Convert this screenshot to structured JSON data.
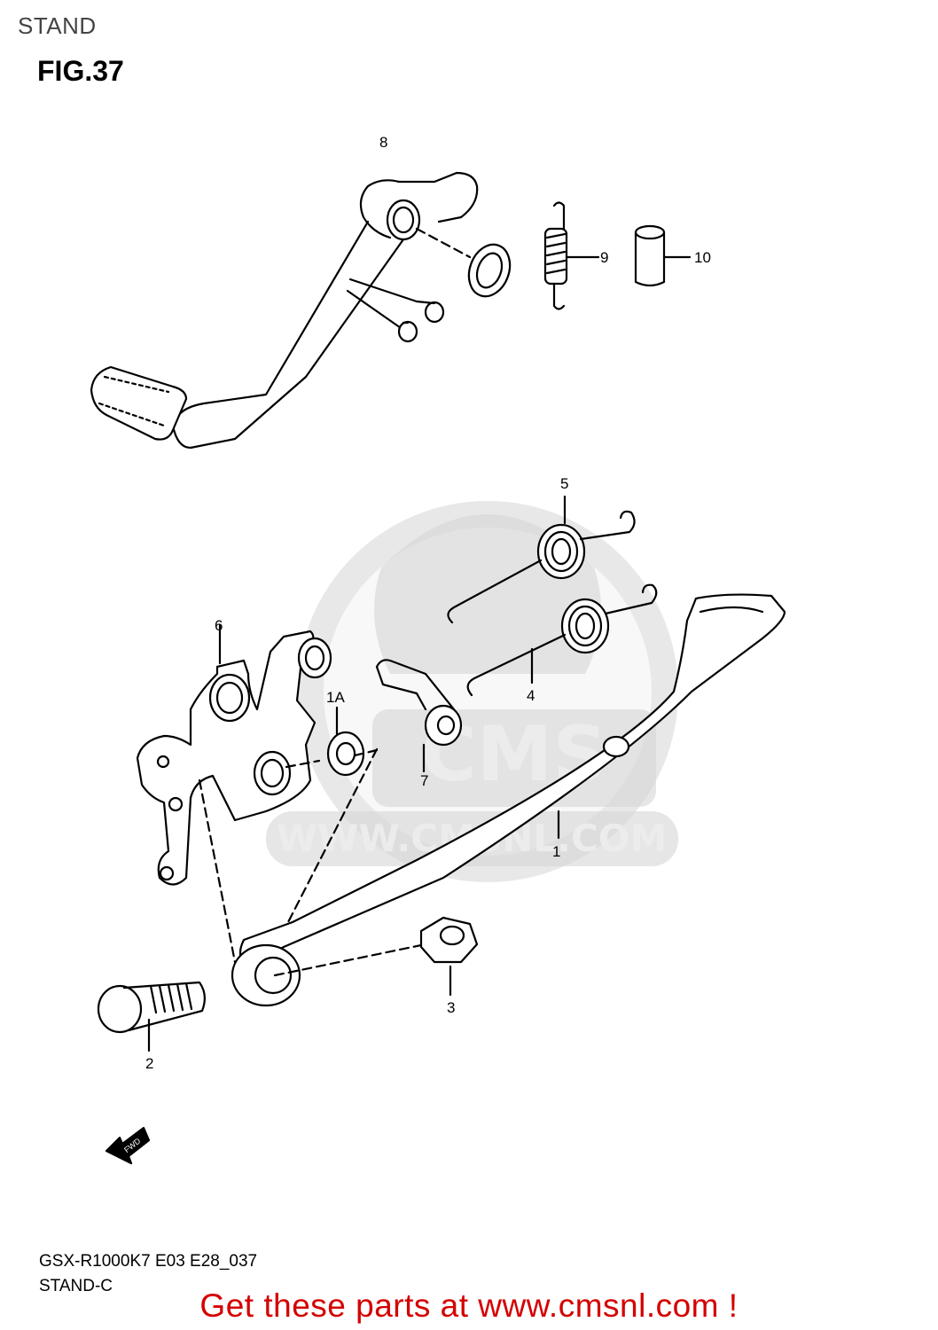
{
  "header": {
    "section": "STAND",
    "figure": "FIG.37"
  },
  "watermark": {
    "brand": "CMS",
    "site": "WWW.CMSNL.COM"
  },
  "callouts": {
    "p1": "1",
    "p1a": "1A",
    "p2": "2",
    "p3": "3",
    "p4": "4",
    "p5": "5",
    "p6": "6",
    "p7": "7",
    "p8": "8",
    "p9": "9",
    "p10": "10"
  },
  "fwd_label": "FWD",
  "footer": {
    "model_code": "GSX-R1000K7 E03 E28_037",
    "diagram_id": "STAND-C"
  },
  "cta": "Get these parts at www.cmsnl.com !",
  "colors": {
    "cta": "#d40000",
    "watermark": "#d6d6d6"
  }
}
